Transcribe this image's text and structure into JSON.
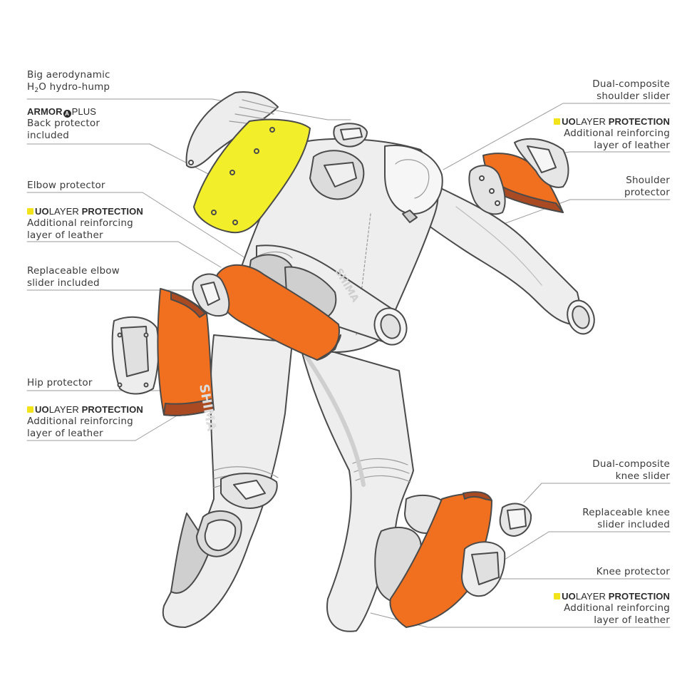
{
  "colors": {
    "orange": "#f07020",
    "orange_dark": "#a94a22",
    "yellow": "#f3ee2a",
    "suit_light": "#eeeeee",
    "suit_grey": "#cfcfcf",
    "outline": "#4a4a4a",
    "leader": "#9a9a9a",
    "brand_yellow": "#f2e31b"
  },
  "labels": {
    "hump": {
      "l1": "Big aerodynamic",
      "l2_pre": "H",
      "l2_sub": "2",
      "l2_post": "O hydro-hump"
    },
    "back": {
      "brand_a": "ARMOR",
      "brand_dot": "A",
      "brand_b": "PLUS",
      "l1": "Back protector",
      "l2": "included"
    },
    "elbow": {
      "l1": "Elbow protector"
    },
    "duo_elbow": {
      "brand_a": "UO",
      "brand_b": "LAYER",
      "brand_c": "PROTECTION",
      "l1": "Additional reinforcing",
      "l2": "layer of leather"
    },
    "elbow_slider": {
      "l1": "Replaceable elbow",
      "l2": "slider included"
    },
    "hip": {
      "l1": "Hip protector"
    },
    "duo_hip": {
      "brand_a": "UO",
      "brand_b": "LAYER",
      "brand_c": "PROTECTION",
      "l1": "Additional reinforcing",
      "l2": "layer of leather"
    },
    "shoulder_slider": {
      "l1": "Dual-composite",
      "l2": "shoulder slider"
    },
    "duo_shoulder": {
      "brand_a": "UO",
      "brand_b": "LAYER",
      "brand_c": "PROTECTION",
      "l1": "Additional reinforcing",
      "l2": "layer of leather"
    },
    "shoulder": {
      "l1": "Shoulder",
      "l2": "protector"
    },
    "knee_slider": {
      "l1": "Dual-composite",
      "l2": "knee slider"
    },
    "knee_slider_repl": {
      "l1": "Replaceable knee",
      "l2": "slider included"
    },
    "knee": {
      "l1": "Knee protector"
    },
    "duo_knee": {
      "brand_a": "UO",
      "brand_b": "LAYER",
      "brand_c": "PROTECTION",
      "l1": "Additional reinforcing",
      "l2": "layer of leather"
    }
  },
  "suit_branding": "SHIMA"
}
